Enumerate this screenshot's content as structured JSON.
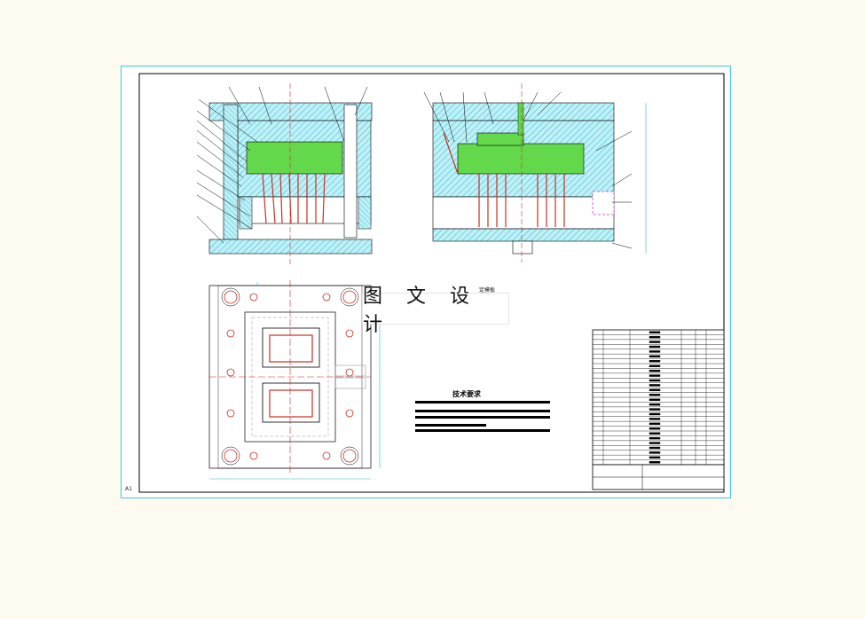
{
  "watermark": {
    "text": "图 文 设 计"
  },
  "sheet": {
    "id_label": "A1"
  },
  "sections": {
    "top_view_label": "技术要求",
    "plan_label": "定模板"
  },
  "colors": {
    "border": "#38c8e8",
    "hatch": "#2ab8d8",
    "core": "#63d84a",
    "pins": "#c83020",
    "paper": "#fdfbef"
  }
}
